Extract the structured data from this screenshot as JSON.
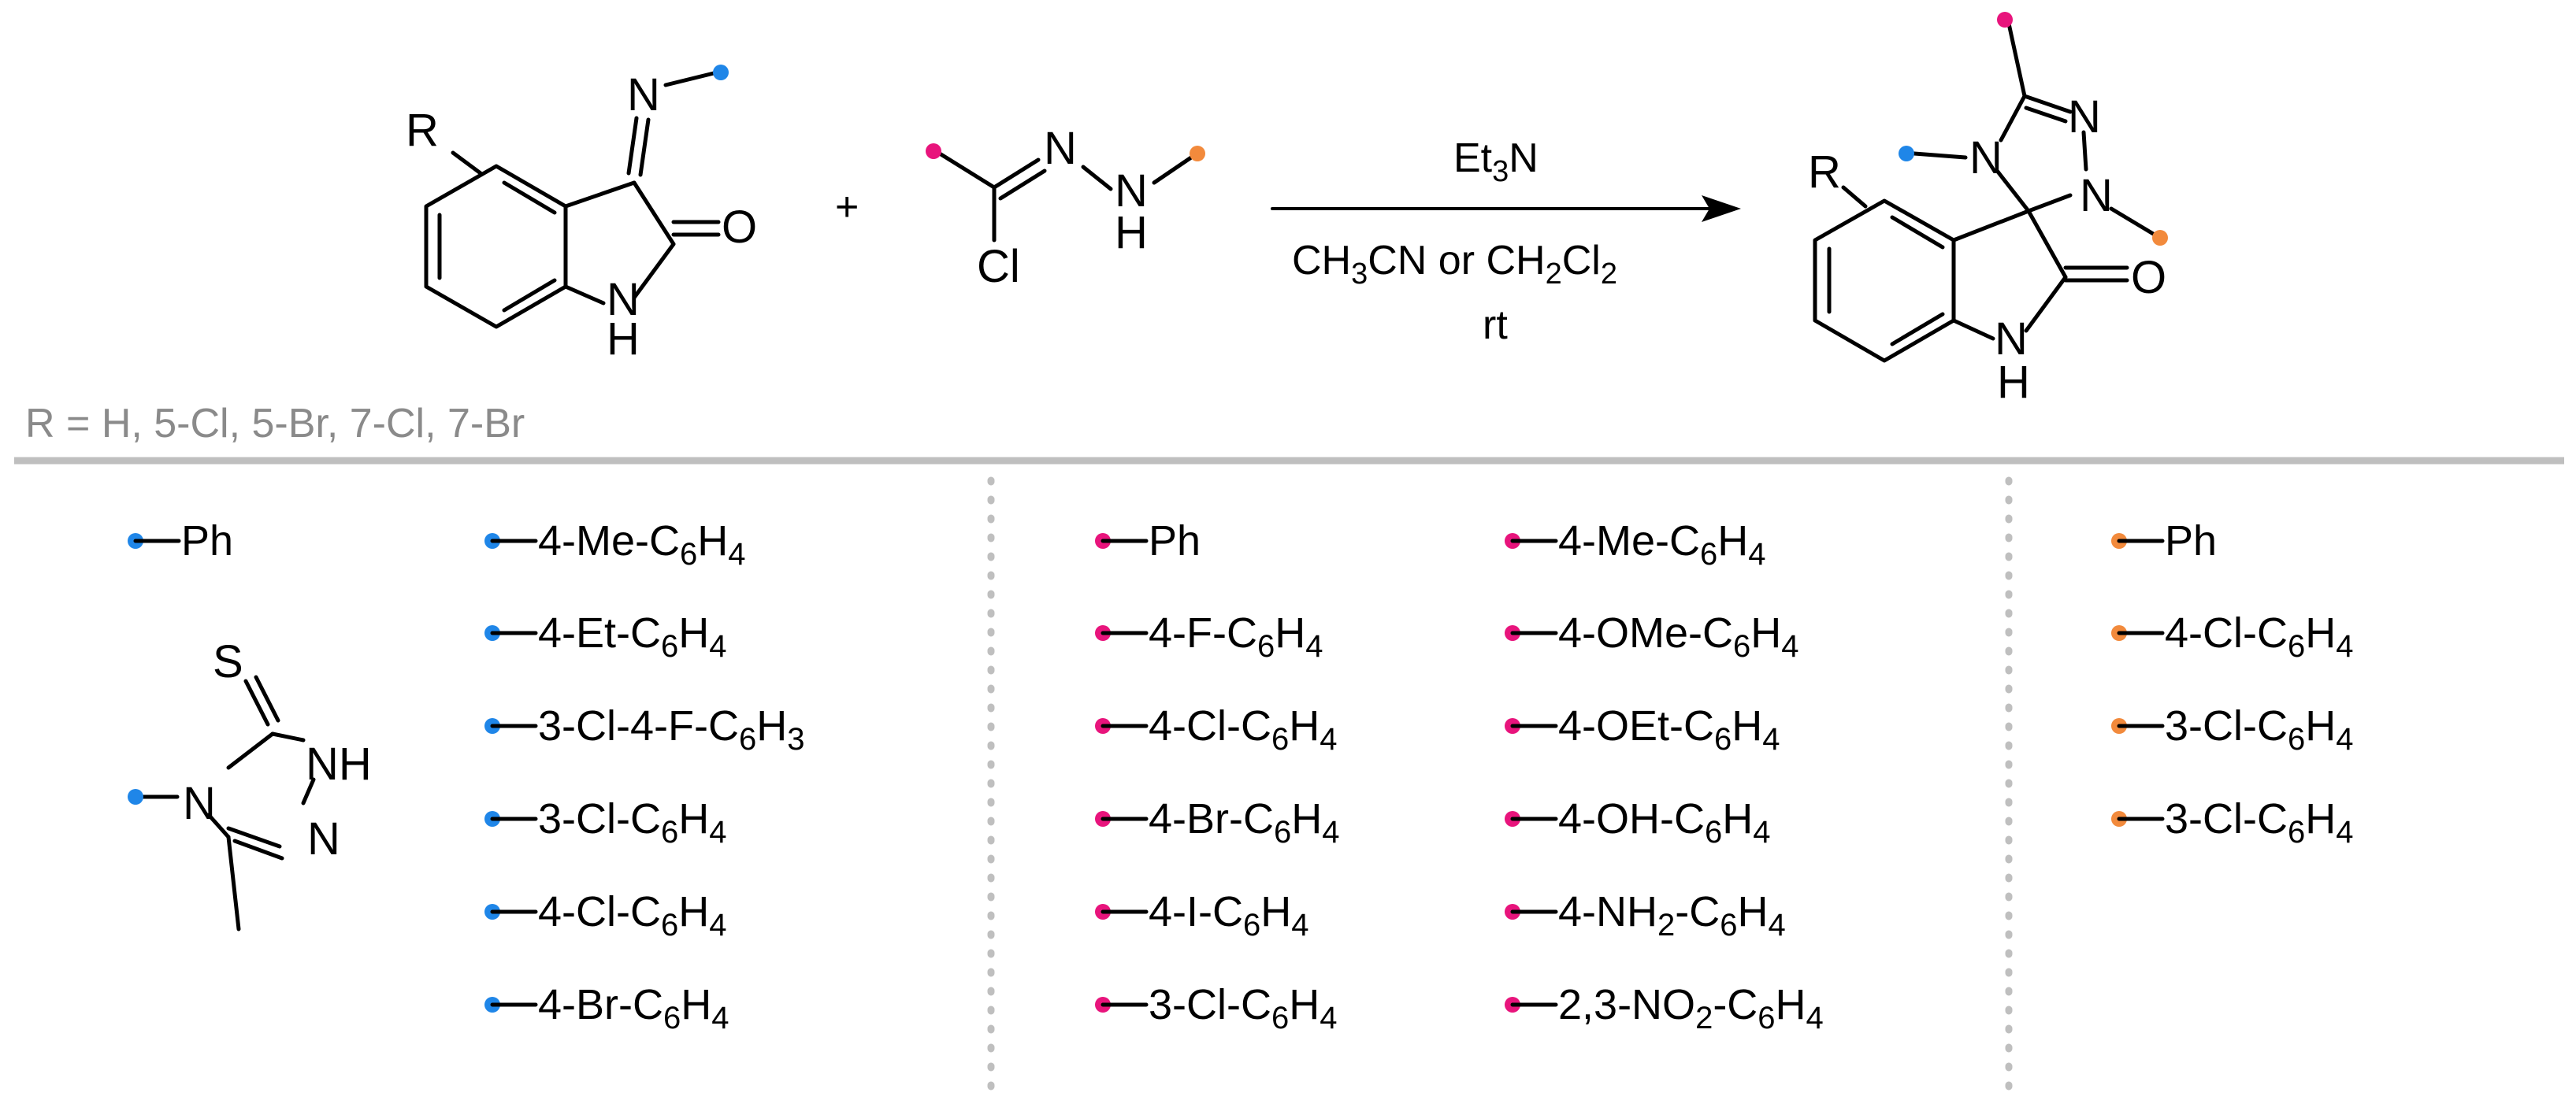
{
  "reaction": {
    "reagent_1": {
      "atoms": {
        "imine_n": "N",
        "carbonyl_o": "O",
        "nh_n": "N",
        "nh_h": "H",
        "r_group": "R"
      }
    },
    "plus_sign": "+",
    "reagent_2": {
      "atoms": {
        "imine_n": "N",
        "nh_n": "N",
        "nh_h": "H",
        "cl": "Cl"
      }
    },
    "conditions": {
      "base": {
        "main": "Et",
        "sub": "3",
        "tail": "N"
      },
      "solvent": {
        "a": "CH",
        "a_sub": "3",
        "b": "CN or CH",
        "b_sub": "2",
        "c": "Cl",
        "c_sub": "2"
      },
      "temperature": "rt"
    },
    "product": {
      "atoms": {
        "n4": "N",
        "n2": "N",
        "n1": "N",
        "carbonyl_o": "O",
        "nh_n": "N",
        "nh_h": "H",
        "r_group": "R"
      }
    }
  },
  "r_definition": "R = H, 5-Cl, 5-Br, 7-Cl, 7-Br",
  "colors": {
    "blue": "#1f86e8",
    "pink": "#e8147c",
    "orange": "#f28a3c",
    "divider": "#bfbfbf",
    "note": "#8a8a8a"
  },
  "blue_substituents": {
    "col1": [
      {
        "main": "Ph",
        "sub": "",
        "tail": ""
      }
    ],
    "triazole": {
      "s": "S",
      "nh_n": "N",
      "nh_h": "H",
      "n4": "N",
      "n1": "N"
    },
    "col2": [
      {
        "main": "4-Me-C",
        "sub": "6",
        "tail": "H",
        "sub2": "4"
      },
      {
        "main": "4-Et-C",
        "sub": "6",
        "tail": "H",
        "sub2": "4"
      },
      {
        "main": "3-Cl-4-F-C",
        "sub": "6",
        "tail": "H",
        "sub2": "3"
      },
      {
        "main": "3-Cl-C",
        "sub": "6",
        "tail": "H",
        "sub2": "4"
      },
      {
        "main": "4-Cl-C",
        "sub": "6",
        "tail": "H",
        "sub2": "4"
      },
      {
        "main": "4-Br-C",
        "sub": "6",
        "tail": "H",
        "sub2": "4"
      }
    ]
  },
  "pink_substituents": {
    "col1": [
      {
        "main": "Ph",
        "sub": "",
        "tail": "",
        "sub2": ""
      },
      {
        "main": "4-F-C",
        "sub": "6",
        "tail": "H",
        "sub2": "4"
      },
      {
        "main": "4-Cl-C",
        "sub": "6",
        "tail": "H",
        "sub2": "4"
      },
      {
        "main": "4-Br-C",
        "sub": "6",
        "tail": "H",
        "sub2": "4"
      },
      {
        "main": "4-I-C",
        "sub": "6",
        "tail": "H",
        "sub2": "4"
      },
      {
        "main": "3-Cl-C",
        "sub": "6",
        "tail": "H",
        "sub2": "4"
      }
    ],
    "col2": [
      {
        "main": "4-Me-C",
        "sub": "6",
        "tail": "H",
        "sub2": "4"
      },
      {
        "main": "4-OMe-C",
        "sub": "6",
        "tail": "H",
        "sub2": "4"
      },
      {
        "main": "4-OEt-C",
        "sub": "6",
        "tail": "H",
        "sub2": "4"
      },
      {
        "main": "4-OH-C",
        "sub": "6",
        "tail": "H",
        "sub2": "4"
      },
      {
        "main": "4-NH",
        "sub": "2",
        "tail": "-C",
        "sub2": "6",
        "tail2": "H",
        "sub3": "4"
      },
      {
        "main": "2,3-NO",
        "sub": "2",
        "tail": "-C",
        "sub2": "6",
        "tail2": "H",
        "sub3": "4"
      }
    ]
  },
  "orange_substituents": [
    {
      "main": "Ph",
      "sub": "",
      "tail": "",
      "sub2": ""
    },
    {
      "main": "4-Cl-C",
      "sub": "6",
      "tail": "H",
      "sub2": "4"
    },
    {
      "main": "3-Cl-C",
      "sub": "6",
      "tail": "H",
      "sub2": "4"
    },
    {
      "main": "3-Cl-C",
      "sub": "6",
      "tail": "H",
      "sub2": "4"
    }
  ]
}
